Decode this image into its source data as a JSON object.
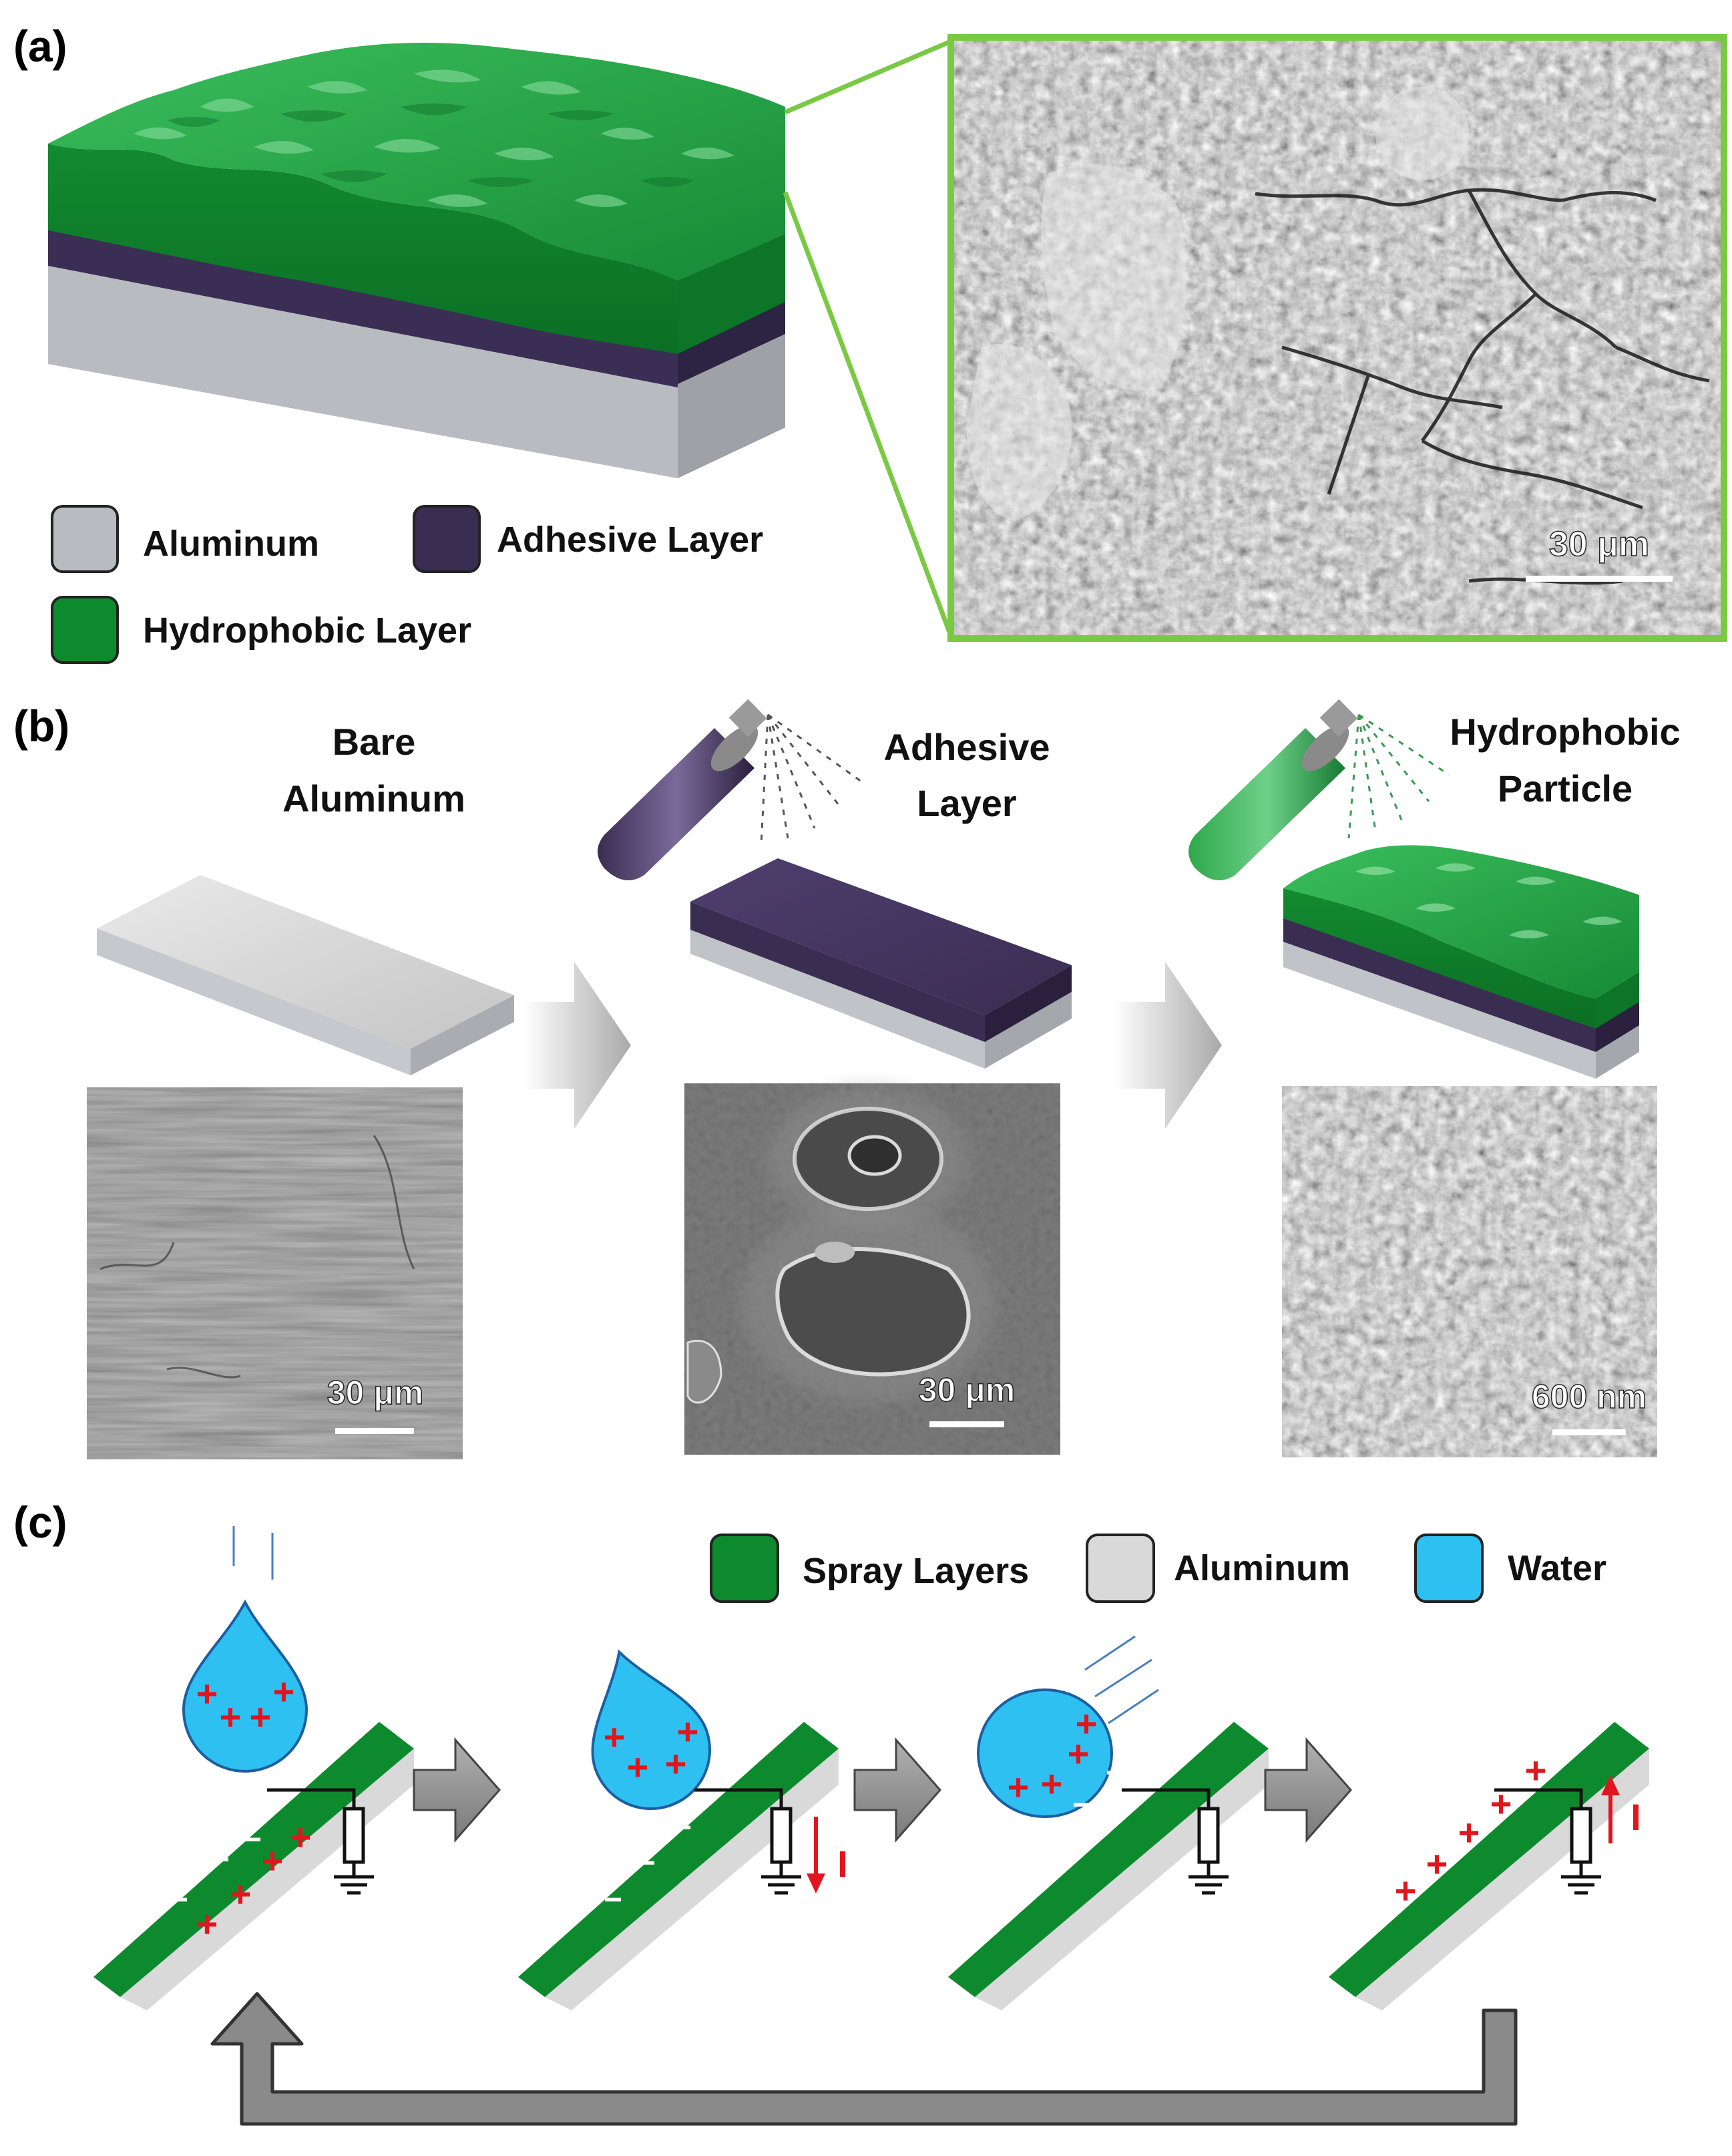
{
  "panels": {
    "a": "(a)",
    "b": "(b)",
    "c": "(c)"
  },
  "panel_a": {
    "legend": {
      "aluminum": "Aluminum",
      "adhesive": "Adhesive Layer",
      "hydrophobic": "Hydrophobic Layer"
    },
    "scalebar": "30 μm"
  },
  "panel_b": {
    "step1": {
      "line1": "Bare",
      "line2": "Aluminum",
      "scalebar": "30 μm"
    },
    "step2": {
      "line1": "Adhesive",
      "line2": "Layer",
      "scalebar": "30 μm"
    },
    "step3": {
      "line1": "Hydrophobic",
      "line2": "Particle",
      "scalebar": "600 nm"
    }
  },
  "panel_c": {
    "legend": {
      "spray": "Spray Layers",
      "aluminum": "Aluminum",
      "water": "Water"
    },
    "current_label": "I",
    "plus": "+",
    "minus": "−"
  },
  "colors": {
    "green": "#0e8a2e",
    "green_light": "#35b04f",
    "purple": "#3a2d52",
    "aluminum": "#c8c8c8",
    "water": "#2fc0f2",
    "frame_green": "#7ac943",
    "charge_red": "#e0161e",
    "arrow_gray": "#8a8a8a"
  }
}
